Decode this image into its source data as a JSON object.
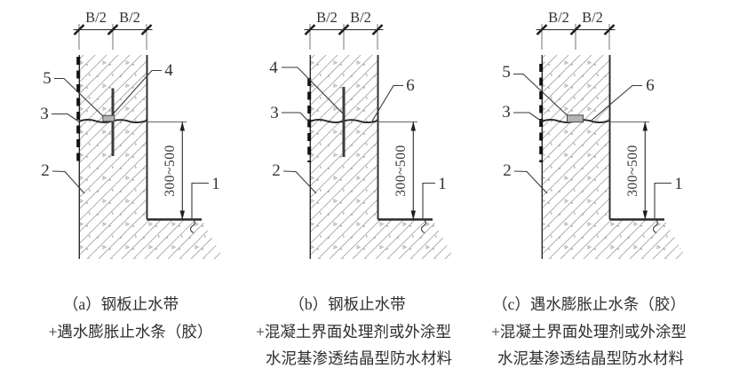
{
  "dims": {
    "half_width": "B/2",
    "joint_offset": "300~500"
  },
  "callouts": {
    "n1": "1",
    "n2": "2",
    "n3": "3",
    "n4": "4",
    "n5": "5",
    "n6": "6"
  },
  "figures": [
    {
      "id": "a",
      "caption": [
        "（a）钢板止水带",
        "+遇水膨胀止水条（胶）"
      ]
    },
    {
      "id": "b",
      "caption": [
        "（b）钢板止水带",
        "+混凝土界面处理剂或外涂型",
        "水泥基渗透结晶型防水材料"
      ]
    },
    {
      "id": "c",
      "caption": [
        "（c）遇水膨胀止水条（胶）",
        "+混凝土界面处理剂或外涂型",
        "水泥基渗透结晶型防水材料"
      ]
    }
  ],
  "colors": {
    "line": "#2b2b2b",
    "hatch": "#a6a6a6",
    "speckle": "#999999",
    "steel_plate": "#3d3d3d",
    "strip_fill": "#b3b3b3",
    "strip_stroke": "#4a4a4a",
    "text": "#333333"
  }
}
